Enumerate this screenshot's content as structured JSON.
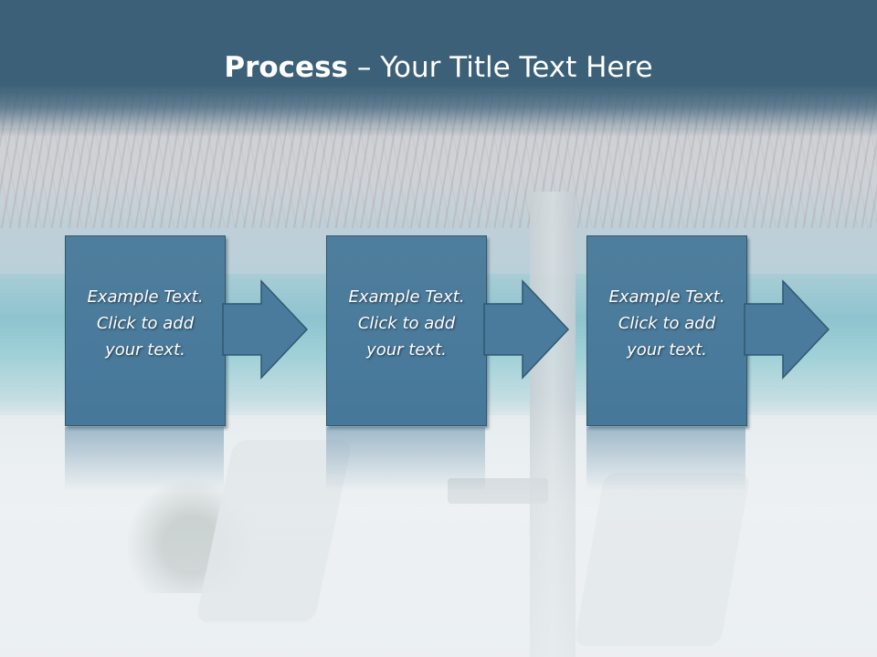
{
  "slide": {
    "title_bold": "Process",
    "title_rest": " – Your Title Text Here"
  },
  "process": {
    "steps": [
      {
        "text": "Example Text.\nClick  to add\nyour text."
      },
      {
        "text": "Example Text.\nClick  to add\nyour text."
      },
      {
        "text": "Example Text.\nClick  to add\nyour text."
      }
    ]
  },
  "colors": {
    "header": "#3b6078",
    "box_fill": "#4a7b9c",
    "box_border": "#2e5870",
    "text": "#ffffff"
  }
}
